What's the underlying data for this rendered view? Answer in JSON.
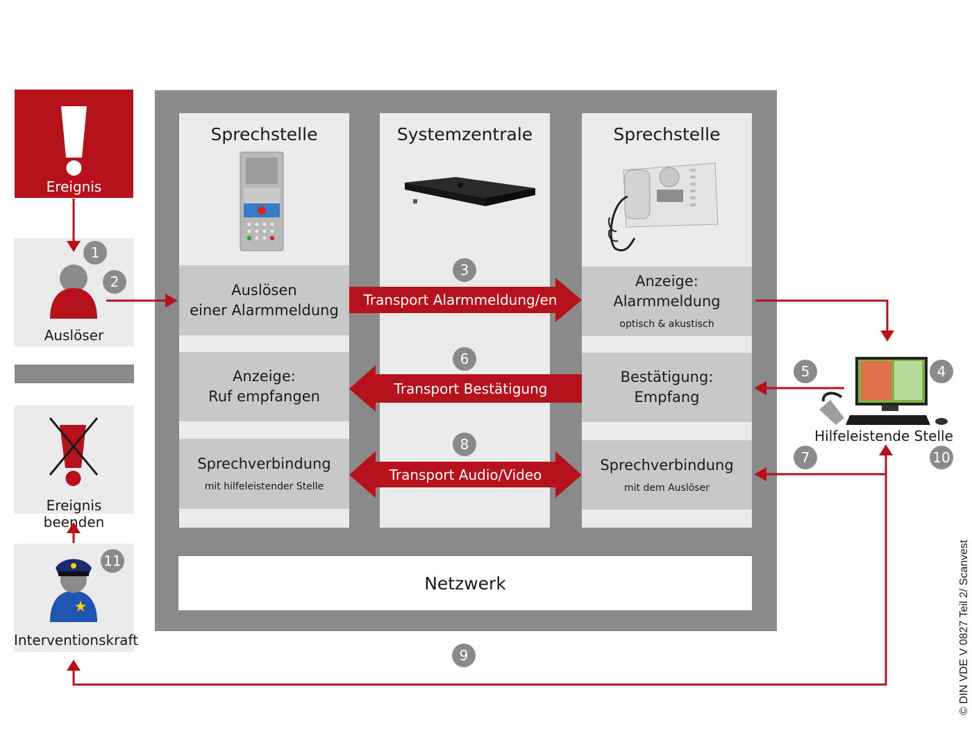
{
  "left": {
    "ereignis_label": "Ereignis",
    "ausloeser_label": "Auslöser",
    "ereignis_beenden_label": "Ereignis beenden",
    "interventionskraft_label": "Interventionskraft"
  },
  "columns": [
    {
      "heading": "Sprechstelle",
      "cells": [
        {
          "line1": "Auslösen",
          "line2": "einer Alarmmeldung",
          "small": ""
        },
        {
          "line1": "Anzeige:",
          "line2": "Ruf empfangen",
          "small": ""
        },
        {
          "line1": "Sprechverbindung",
          "line2": "",
          "small": "mit hilfeleistender Stelle"
        }
      ]
    },
    {
      "heading": "Systemzentrale",
      "cells": []
    },
    {
      "heading": "Sprechstelle",
      "cells": [
        {
          "line1": "Anzeige: Alarmmeldung",
          "line2": "",
          "small": "optisch & akustisch"
        },
        {
          "line1": "Bestätigung:",
          "line2": "Empfang",
          "small": ""
        },
        {
          "line1": "Sprechverbindung",
          "line2": "",
          "small": "mit dem Auslöser"
        }
      ]
    }
  ],
  "arrows": {
    "transport_alarm": "Transport Alarmmeldung/en",
    "transport_bestaetigung": "Transport Bestätigung",
    "transport_audio": "Transport Audio/Video"
  },
  "netzwerk": "Netzwerk",
  "hilfeleistende_stelle": "Hilfeleistende Stelle",
  "badges": [
    "1",
    "2",
    "3",
    "4",
    "5",
    "6",
    "7",
    "8",
    "9",
    "10",
    "11"
  ],
  "copyright": "© DIN VDE V 0827 Teil 2/ Scanvest",
  "colors": {
    "accent": "#b5121b",
    "panel": "#8a8a8a",
    "cell": "#c8c8c8",
    "light": "#ebebeb"
  }
}
